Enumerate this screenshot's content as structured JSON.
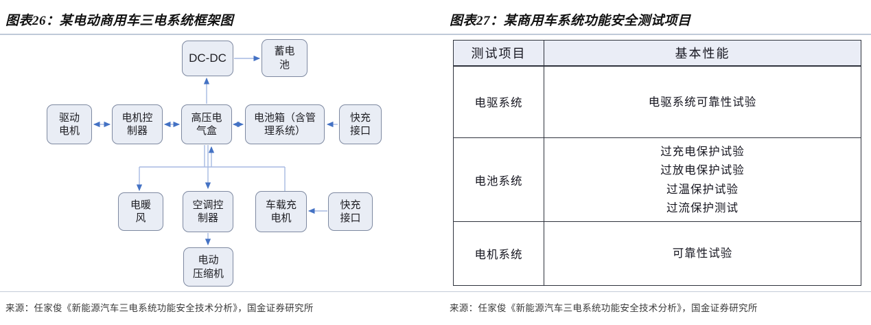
{
  "figure_left": {
    "title": "图表26：某电动商用车三电系统框架图",
    "source": "来源：任家俊《新能源汽车三电系统功能安全技术分析》，国金证券研究所",
    "diagram": {
      "boxes": {
        "dcdc": "DC-DC",
        "storage_battery": "蓄电\n池",
        "drive_motor": "驱动\n电机",
        "motor_controller": "电机控\n制器",
        "hv_box": "高压电\n气盒",
        "battery_pack": "电池箱（含管\n理系统）",
        "fast_charge_port_top": "快充\n接口",
        "heater": "电暖\n风",
        "ac_controller": "空调控\n制器",
        "onboard_charger": "车载充\n电机",
        "fast_charge_port_bottom": "快充\n接口",
        "compressor": "电动\n压缩机"
      }
    }
  },
  "figure_right": {
    "title": "图表27：某商用车系统功能安全测试项目",
    "source": "来源：任家俊《新能源汽车三电系统功能安全技术分析》，国金证券研究所",
    "table": {
      "headers": [
        "测试项目",
        "基本性能"
      ],
      "rows": [
        {
          "item": "电驱系统",
          "tests": "电驱系统可靠性试验"
        },
        {
          "item": "电池系统",
          "tests": "过充电保护试验\n过放电保护试验\n过温保护试验\n过流保护测试"
        },
        {
          "item": "电机系统",
          "tests": "可靠性试验"
        }
      ]
    }
  },
  "colors": {
    "box_fill": "#e9edf5",
    "box_border": "#7d88a0",
    "connector_line": "#a6b9e2",
    "arrowhead": "#4472c4",
    "table_border": "#2e323c",
    "table_header_bg": "#eaedf6",
    "title_rule": "#bfc9d8"
  }
}
